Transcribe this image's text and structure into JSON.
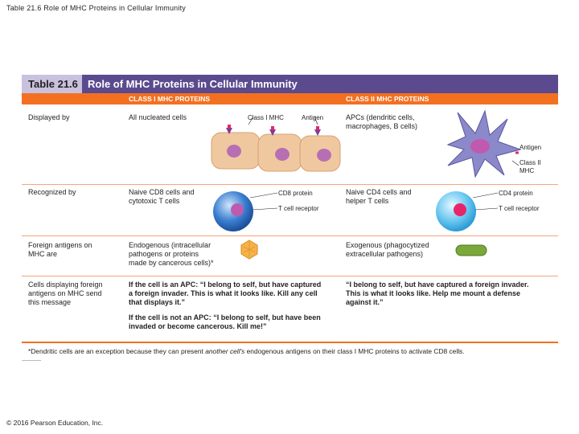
{
  "slide_title": "Table 21.6 Role of MHC Proteins in Cellular Immunity",
  "copyright": "© 2016 Pearson Education, Inc.",
  "table": {
    "number": "Table 21.6",
    "title": "Role of MHC Proteins in Cellular Immunity",
    "col_headers": [
      "CLASS I MHC PROTEINS",
      "CLASS II MHC PROTEINS"
    ],
    "rows": [
      {
        "label": [
          "Displayed by"
        ],
        "class1": [
          "All nucleated cells"
        ],
        "class2": [
          "APCs (dendritic cells,",
          "macrophages, B cells)"
        ],
        "fig_labels_c1": [
          "Class I MHC",
          "Antigen"
        ],
        "fig_labels_c2": [
          "Antigen",
          "Class II",
          "MHC"
        ]
      },
      {
        "label": [
          "Recognized by"
        ],
        "class1": [
          "Naive CD8 cells and",
          "cytotoxic T cells"
        ],
        "class2": [
          "Naive CD4 cells and",
          "helper T cells"
        ],
        "fig_labels_c1": [
          "CD8 protein",
          "T cell receptor"
        ],
        "fig_labels_c2": [
          "CD4 protein",
          "T cell receptor"
        ]
      },
      {
        "label": [
          "Foreign antigens on",
          "MHC are"
        ],
        "class1": [
          "Endogenous (intracellular",
          "pathogens or proteins",
          "made by cancerous cells)*"
        ],
        "class2": [
          "Exogenous (phagocytized",
          "extracellular pathogens)"
        ]
      },
      {
        "label": [
          "Cells displaying foreign",
          "antigens on MHC send",
          "this message"
        ],
        "class1_p1_bold": "If the cell is an APC:",
        "class1_p1_lines": [
          "“I belong to self, but have captured",
          "a foreign invader. This is what it looks like. Kill any cell",
          "that displays it.”"
        ],
        "class1_p2_bold": "If the cell is not an APC:",
        "class1_p2_lines": [
          "“I belong to self, but have been",
          "invaded or become cancerous. Kill me!”"
        ],
        "class2_lines": [
          "“I belong to self, but have captured a foreign invader.",
          "This is what it looks like. Help me mount a defense",
          "against it.”"
        ]
      }
    ],
    "footnote_prefix": "*Dendritic cells are an exception because they can present ",
    "footnote_italic": "another cell's",
    "footnote_suffix": " endogenous antigens on their class I MHC proteins to activate CD8 cells."
  }
}
